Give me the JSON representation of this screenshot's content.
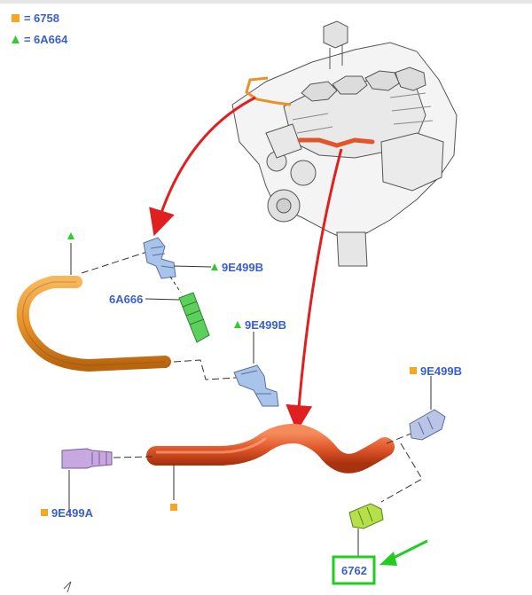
{
  "legend": {
    "square_code": "6758",
    "triangle_code": "6A664",
    "square_prefix": "=",
    "triangle_prefix": "="
  },
  "labels": {
    "orange_connector_top": "9E499B",
    "orange_hose_insert": "6A666",
    "orange_connector_bottom": "9E499B",
    "red_connector_right": "9E499B",
    "red_connector_left": "9E499A",
    "red_sensor": "6762"
  },
  "colors": {
    "legend_square": "#f5a623",
    "legend_triangle": "#2ecc2e",
    "label_text": "#3a5fcd",
    "orange_hose": "#e8922a",
    "red_hose": "#e0562a",
    "connector_blue": "#a9c4ea",
    "connector_purple": "#c7a8e0",
    "insert_green": "#5ccf5c",
    "sensor_green": "#b5e04a",
    "highlight_box": "#22cc22",
    "pointer_arrow": "#22cc22",
    "callout_arrow": "#e02020"
  },
  "icons": {
    "legend_square": "orange-square-icon",
    "legend_triangle": "green-triangle-icon"
  }
}
